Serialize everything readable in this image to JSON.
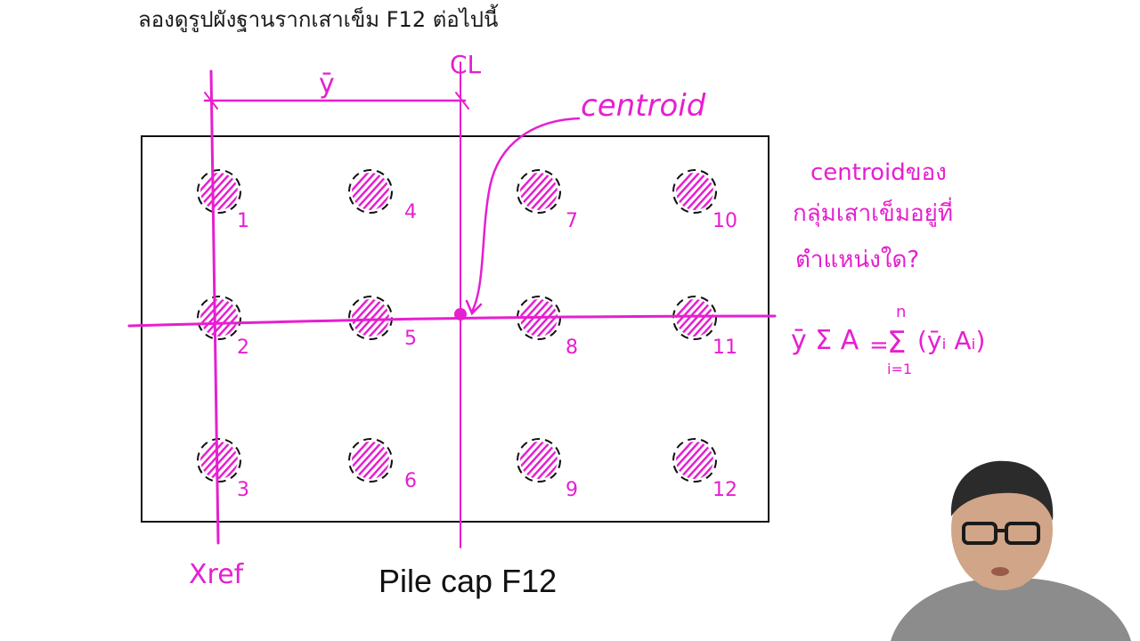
{
  "slide": {
    "heading": "ลองดูรูปผังฐานรากเสาเข็ม F12 ต่อไปนี้",
    "caption": "Pile cap F12"
  },
  "annotations": {
    "centerline_mark": "CL",
    "y_bar_label": "ȳ",
    "centroid_label": "centroid",
    "x_ref_label": "Xref",
    "question_line1": "centroidของ",
    "question_line2": "กลุ่มเสาเข็มอยู่ที่",
    "question_line3": "ตำแหน่งใด?",
    "formula_lhs": "ȳ Σ A",
    "formula_eq": "=",
    "formula_sum": "Σ",
    "formula_upper": "n",
    "formula_lower": "i=1",
    "formula_term": "(ȳᵢ Aᵢ)"
  },
  "piles": [
    {
      "label": "1",
      "col": 0,
      "row": 0
    },
    {
      "label": "2",
      "col": 0,
      "row": 1
    },
    {
      "label": "3",
      "col": 0,
      "row": 2
    },
    {
      "label": "4",
      "col": 1,
      "row": 0
    },
    {
      "label": "5",
      "col": 1,
      "row": 1
    },
    {
      "label": "6",
      "col": 1,
      "row": 2
    },
    {
      "label": "7",
      "col": 2,
      "row": 0
    },
    {
      "label": "8",
      "col": 2,
      "row": 1
    },
    {
      "label": "9",
      "col": 2,
      "row": 2
    },
    {
      "label": "10",
      "col": 3,
      "row": 0
    },
    {
      "label": "11",
      "col": 3,
      "row": 1
    },
    {
      "label": "12",
      "col": 3,
      "row": 2
    }
  ],
  "colors": {
    "ink": "#e61fd0",
    "outline": "#111111"
  }
}
